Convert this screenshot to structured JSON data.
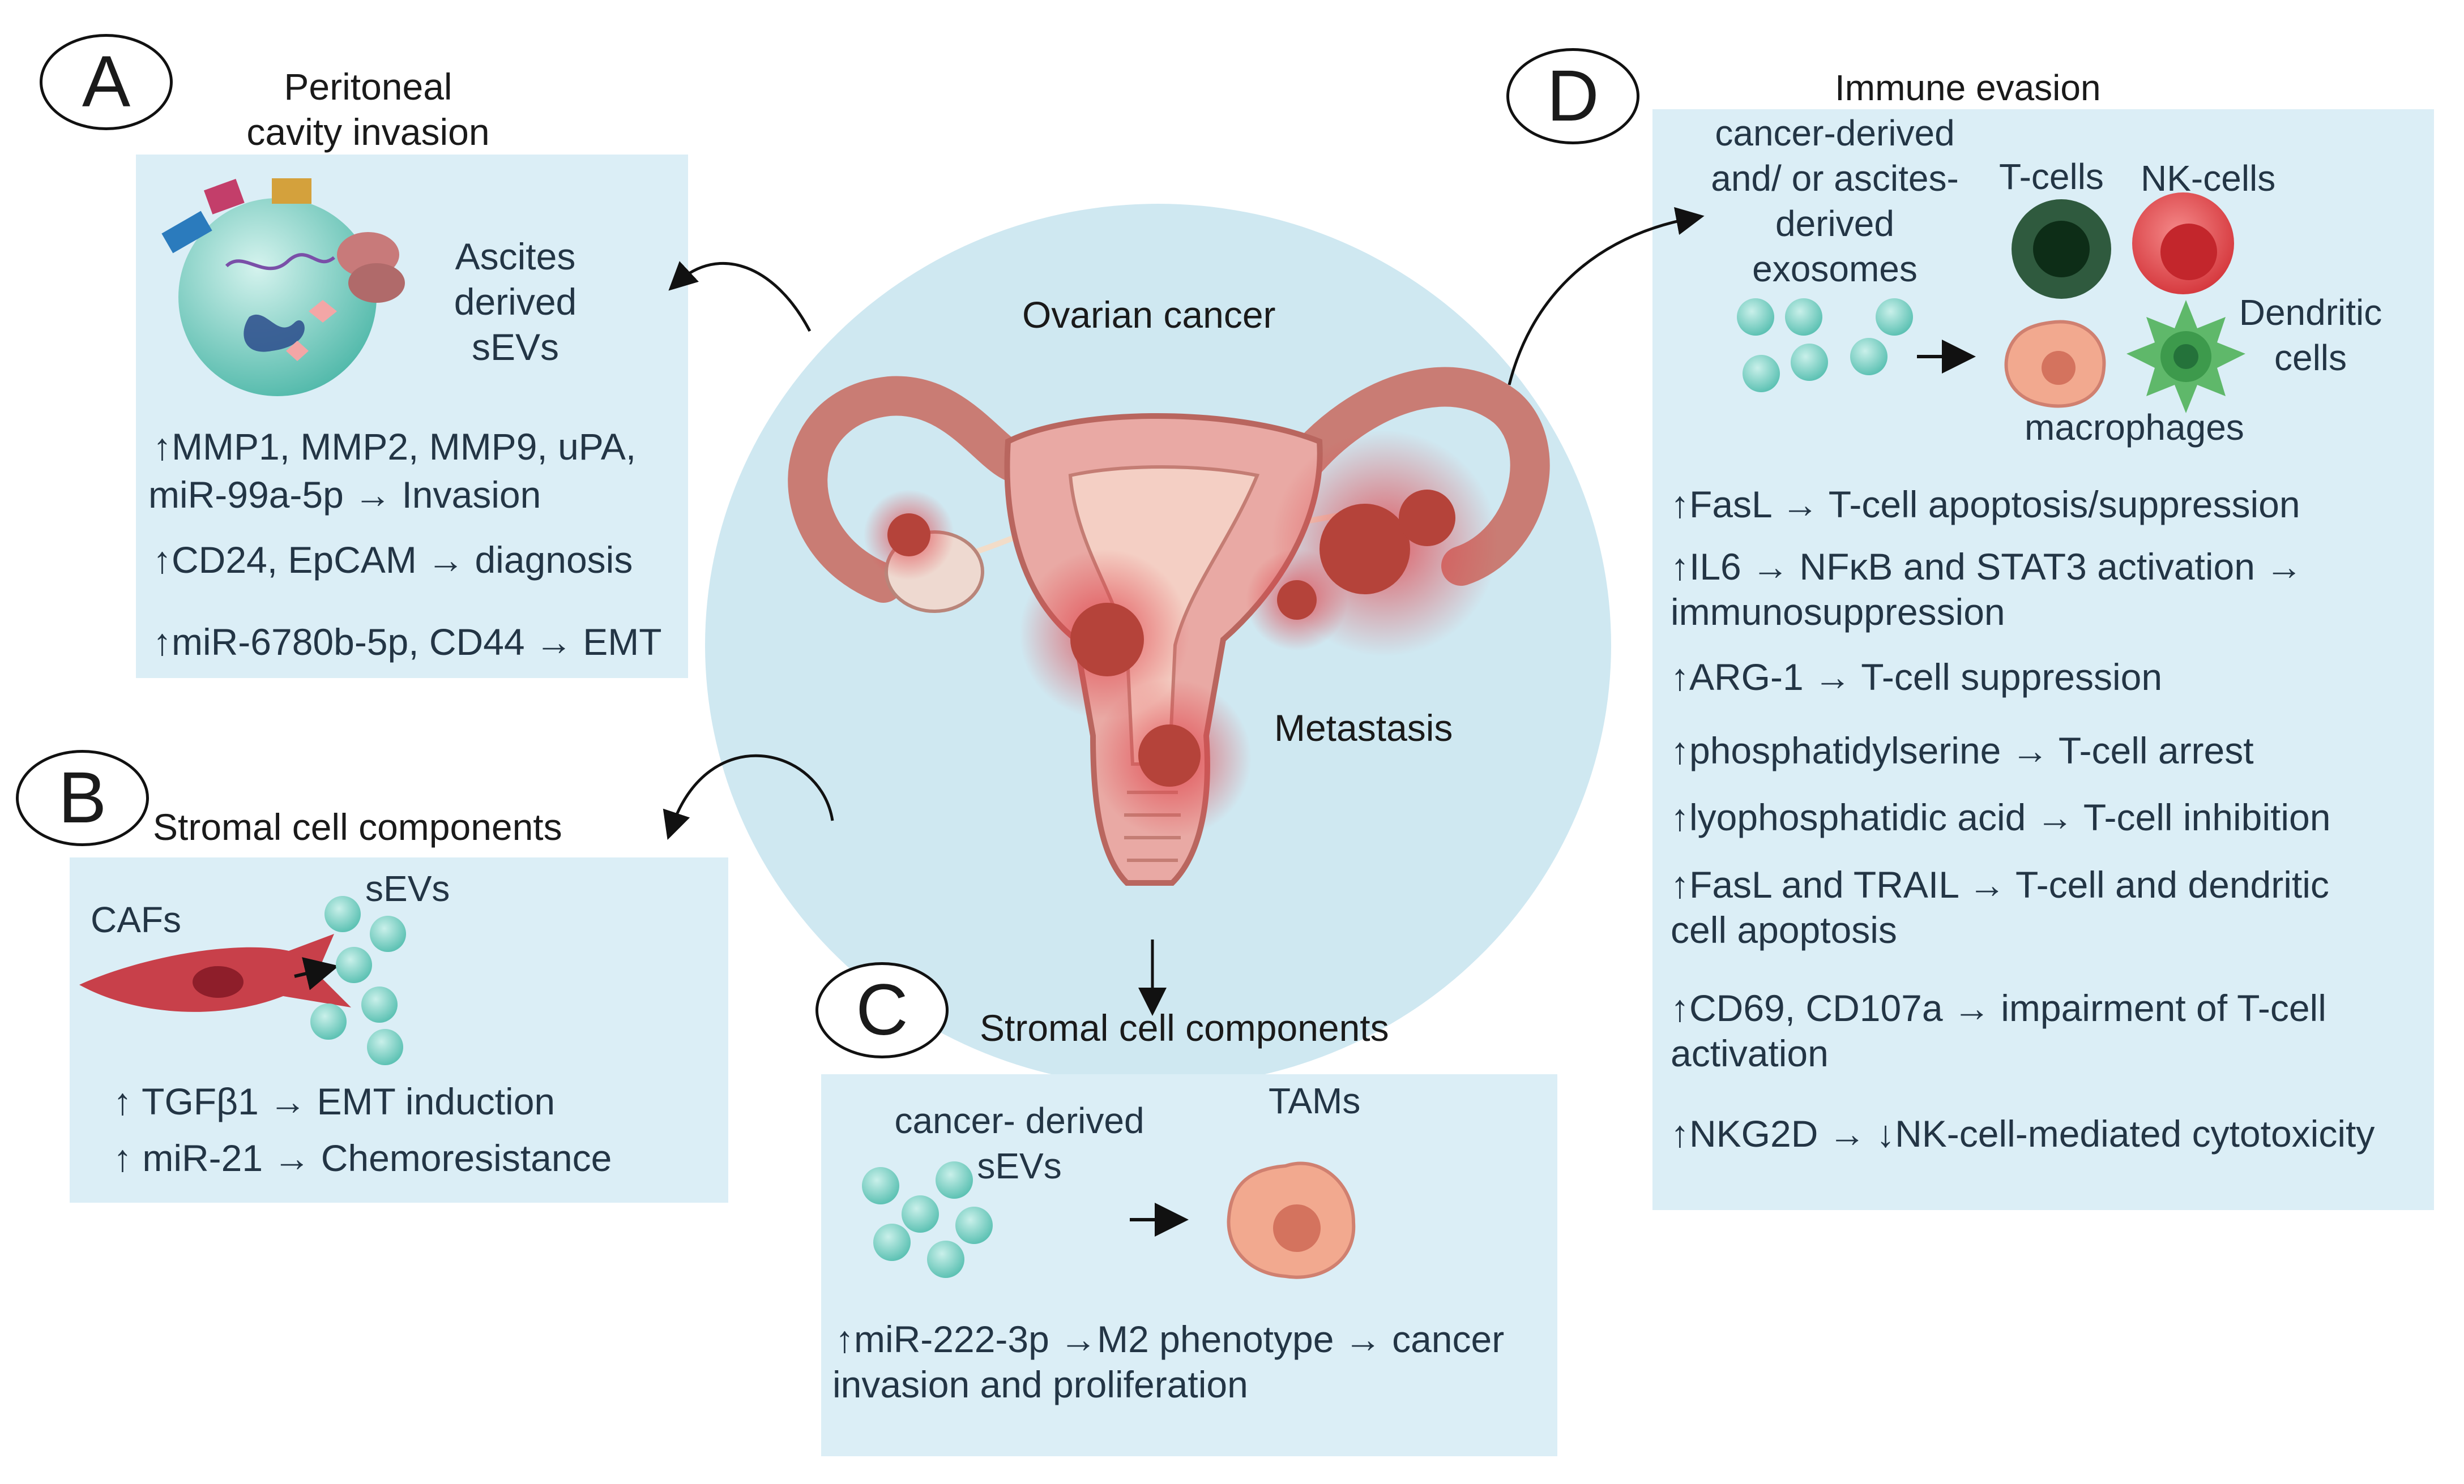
{
  "center": {
    "title": "Ovarian cancer",
    "metastasis": "Metastasis"
  },
  "panelA": {
    "letter": "A",
    "heading": [
      "Peritoneal",
      "cavity invasion"
    ],
    "vesicle_label": [
      "Ascites",
      "derived",
      "sEVs"
    ],
    "lines": [
      "↑MMP1, MMP2, MMP9, uPA,",
      "miR-99a-5p → Invasion",
      "↑CD24, EpCAM → diagnosis",
      "↑miR-6780b-5p, CD44 → EMT"
    ]
  },
  "panelB": {
    "letter": "B",
    "heading": "Stromal cell components",
    "cafs": "CAFs",
    "sevs": "sEVs",
    "lines": [
      "↑  TGFβ1 → EMT induction",
      "↑  miR-21 → Chemoresistance"
    ]
  },
  "panelC": {
    "letter": "C",
    "heading": "Stromal cell components",
    "sevs_label": [
      "cancer- derived",
      "sEVs"
    ],
    "tams": "TAMs",
    "lines": [
      "↑miR-222-3p →M2 phenotype → cancer",
      "invasion and proliferation"
    ]
  },
  "panelD": {
    "letter": "D",
    "heading": "Immune evasion",
    "exosome_label": [
      "cancer-derived",
      "and/ or ascites-",
      "derived",
      "exosomes"
    ],
    "tcells": "T-cells",
    "nkcells": "NK-cells",
    "dendritic": [
      "Dendritic",
      "cells"
    ],
    "macrophages": "macrophages",
    "lines": [
      "↑FasL → T-cell apoptosis/suppression",
      "↑IL6 → NFκB and STAT3 activation →",
      "immunosuppression",
      "↑ARG-1 → T-cell suppression",
      "↑phosphatidylserine → T-cell arrest",
      "↑lyophosphatidic acid → T-cell inhibition",
      "↑FasL and TRAIL → T-cell and dendritic",
      "cell apoptosis",
      "↑CD69, CD107a → impairment of T-cell",
      "activation",
      "↑NKG2D → ↓NK-cell-mediated cytotoxicity"
    ]
  },
  "colors": {
    "panel": "#dbeef6",
    "ellipse": "#cfe8f1",
    "vesicle": "#7fd3c7",
    "tumor": "#b5433a",
    "caf": "#c8404a",
    "macrophage": "#f2a98f"
  }
}
